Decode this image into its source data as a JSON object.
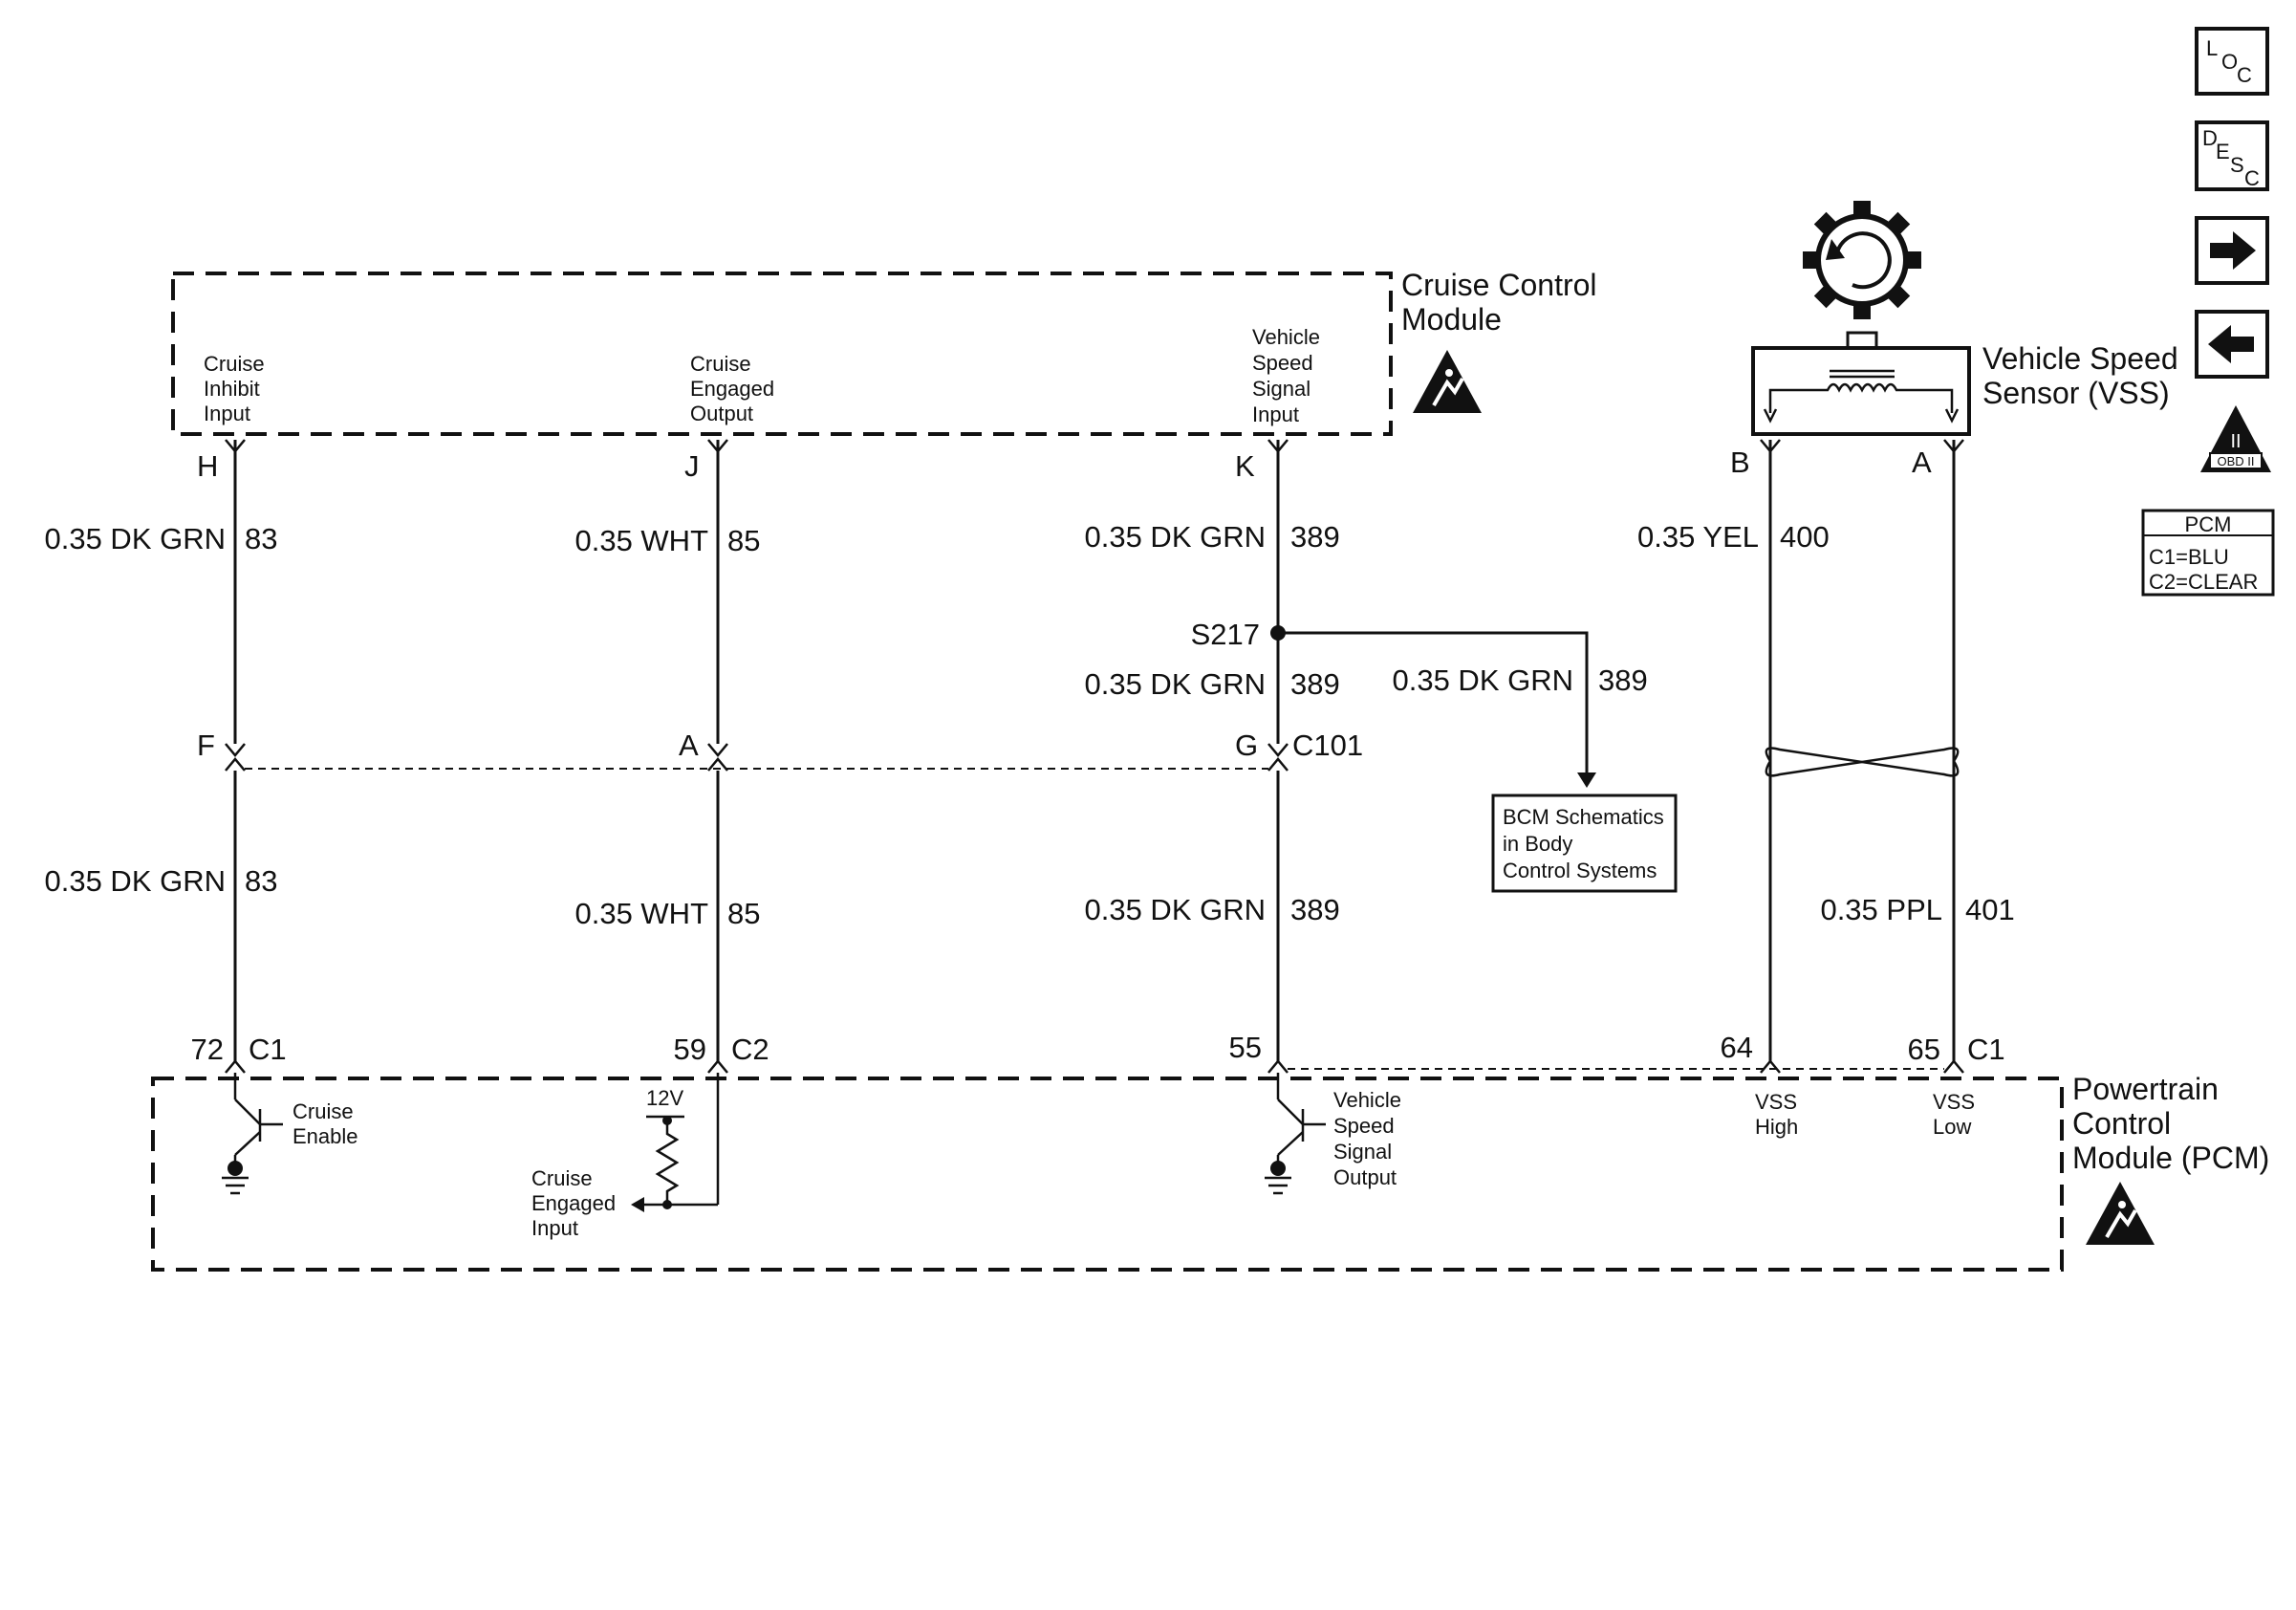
{
  "cruise_module": {
    "title_line1": "Cruise Control",
    "title_line2": "Module",
    "inhibit_input": [
      "Cruise",
      "Inhibit",
      "Input"
    ],
    "engaged_output": [
      "Cruise",
      "Engaged",
      "Output"
    ],
    "vss_input": [
      "Vehicle",
      "Speed",
      "Signal",
      "Input"
    ]
  },
  "circuits": {
    "c83": {
      "pin_top": "H",
      "pin_mid": "F",
      "wire_upper": "0.35 DK GRN",
      "num_upper": "83",
      "wire_lower": "0.35 DK GRN",
      "num_lower": "83",
      "pin_bottom": "72",
      "conn_bottom": "C1"
    },
    "c85": {
      "pin_top": "J",
      "pin_mid": "A",
      "wire_upper": "0.35 WHT",
      "num_upper": "85",
      "wire_lower": "0.35 WHT",
      "num_lower": "85",
      "pin_bottom": "59",
      "conn_bottom": "C2"
    },
    "c389": {
      "pin_top": "K",
      "pin_mid": "G",
      "conn_mid": "C101",
      "wire_upper": "0.35 DK GRN",
      "num_upper": "389",
      "splice": "S217",
      "wire_splice": "0.35 DK GRN",
      "num_splice": "389",
      "wire_lower": "0.35 DK GRN",
      "num_lower": "389",
      "pin_bottom": "55",
      "branch_wire": "0.35 DK GRN",
      "branch_num": "389"
    },
    "c400": {
      "pin_top": "B",
      "wire": "0.35 YEL",
      "num": "400",
      "pin_bottom": "64"
    },
    "c401": {
      "pin_top": "A",
      "wire": "0.35 PPL",
      "num": "401",
      "pin_bottom": "65",
      "conn_bottom": "C1"
    }
  },
  "bcm_box": [
    "BCM Schematics",
    "in Body",
    "Control Systems"
  ],
  "vss_sensor": {
    "title_line1": "Vehicle Speed",
    "title_line2": "Sensor (VSS)"
  },
  "pcm": {
    "title": [
      "Powertrain",
      "Control",
      "Module (PCM)"
    ],
    "cruise_enable": [
      "Cruise",
      "Enable"
    ],
    "cruise_engaged_input": [
      "Cruise",
      "Engaged",
      "Input"
    ],
    "voltage": "12V",
    "vss_output": [
      "Vehicle",
      "Speed",
      "Signal",
      "Output"
    ],
    "vss_high": [
      "VSS",
      "High"
    ],
    "vss_low": [
      "VSS",
      "Low"
    ]
  },
  "side_panel": {
    "loc_button": {
      "l1": "L",
      "l2": "O",
      "l3": "C"
    },
    "desc_button": {
      "l1": "D",
      "l2": "E",
      "l3": "S",
      "l4": "C"
    },
    "obd_label": "OBD II",
    "obd_numeral": "II",
    "pcm_legend": {
      "title": "PCM",
      "line1": "C1=BLU",
      "line2": "C2=CLEAR"
    }
  }
}
